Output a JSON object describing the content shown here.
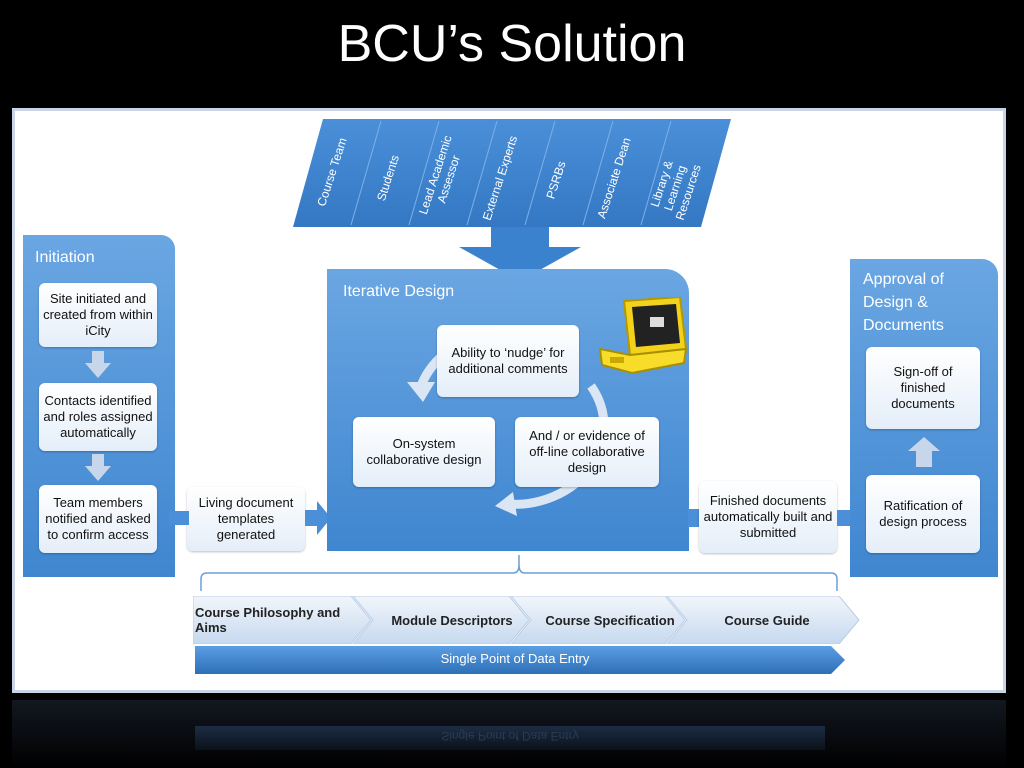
{
  "title": "BCU’s Solution",
  "stakeholders": [
    "Course Team",
    "Students",
    "Lead Academic Assessor",
    "External Experts",
    "PSRBs",
    "Associate Dean",
    "Library & Learning Resources"
  ],
  "initiation": {
    "title": "Initiation",
    "steps": [
      "Site initiated and created from within iCity",
      "Contacts identified and roles assigned automatically",
      "Team members notified and asked to confirm access"
    ]
  },
  "living_templates": "Living document templates generated",
  "iterative_design": {
    "title": "Iterative Design",
    "nudge": "Ability to ‘nudge’ for additional comments",
    "onsystem": "On-system collaborative design",
    "offline": "And / or evidence of off-line collaborative design"
  },
  "finished_docs": "Finished documents automatically built and submitted",
  "approval": {
    "title": "Approval of Design & Documents",
    "signoff": "Sign-off of finished documents",
    "ratification": "Ratification of design process"
  },
  "process_flow": [
    "Course Philosophy and Aims",
    "Module Descriptors",
    "Course Specification",
    "Course Guide"
  ],
  "single_point": "Single Point of Data Entry",
  "colors": {
    "panel": "#4a8fd8",
    "panel_dark": "#2f6fb8",
    "card": "#ffffff",
    "background": "#000000"
  }
}
